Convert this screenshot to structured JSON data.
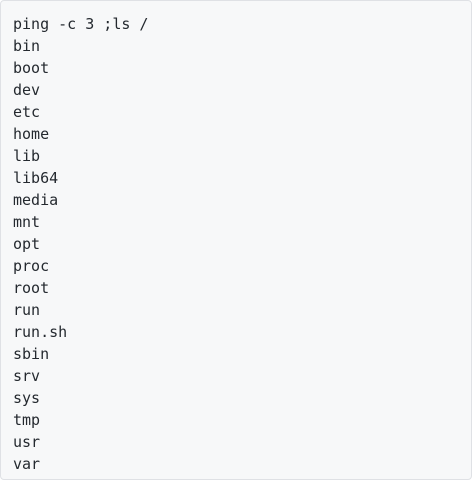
{
  "command": "ping -c 3 ;ls /",
  "output_lines": [
    "bin",
    "boot",
    "dev",
    "etc",
    "home",
    "lib",
    "lib64",
    "media",
    "mnt",
    "opt",
    "proc",
    "root",
    "run",
    "run.sh",
    "sbin",
    "srv",
    "sys",
    "tmp",
    "usr",
    "var"
  ]
}
